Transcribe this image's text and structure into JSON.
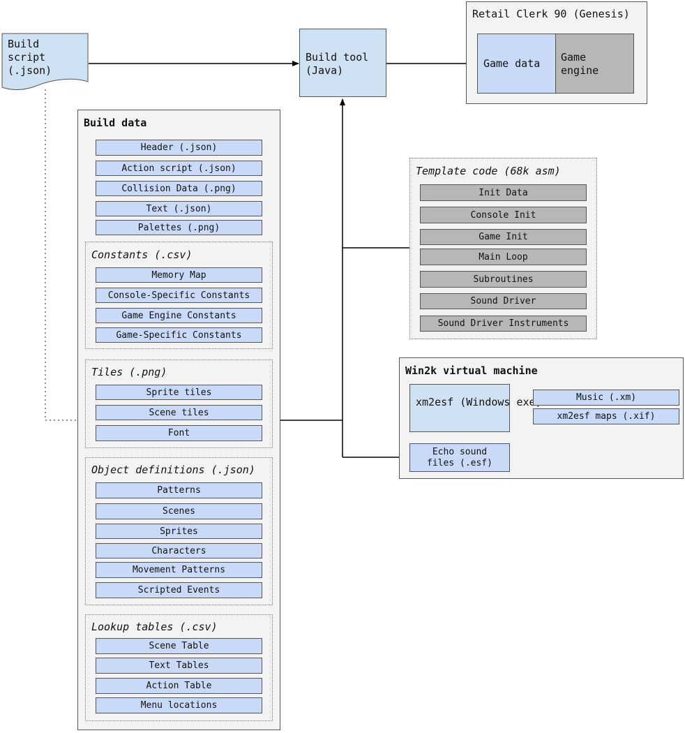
{
  "build_script": {
    "label": "Build\nscript\n(.json)"
  },
  "build_tool": {
    "label": "Build tool\n(Java)"
  },
  "retail": {
    "title": "Retail Clerk 90 (Genesis)",
    "game_data": "Game data",
    "game_engine": "Game\nengine"
  },
  "build_data": {
    "title": "Build data",
    "top_items": [
      "Header (.json)",
      "Action script (.json)",
      "Collision Data (.png)",
      "Text (.json)",
      "Palettes (.png)"
    ],
    "constants": {
      "title": "Constants (.csv)",
      "items": [
        "Memory Map",
        "Console-Specific Constants",
        "Game Engine Constants",
        "Game-Specific Constants"
      ]
    },
    "tiles": {
      "title": "Tiles (.png)",
      "items": [
        "Sprite tiles",
        "Scene tiles",
        "Font"
      ]
    },
    "objects": {
      "title": "Object definitions (.json)",
      "items": [
        "Patterns",
        "Scenes",
        "Sprites",
        "Characters",
        "Movement Patterns",
        "Scripted Events"
      ]
    },
    "lookup": {
      "title": "Lookup tables (.csv)",
      "items": [
        "Scene Table",
        "Text Tables",
        "Action Table",
        "Menu locations"
      ]
    }
  },
  "template": {
    "title": "Template code (68k asm)",
    "items": [
      "Init Data",
      "Console Init",
      "Game Init",
      "Main Loop",
      "Subroutines",
      "Sound Driver",
      "Sound Driver Instruments"
    ]
  },
  "vm": {
    "title": "Win2k virtual machine",
    "xm2esf": "xm2esf\n(Windows exe)",
    "music": "Music (.xm)",
    "maps": "xm2esf maps (.xif)",
    "echo": "Echo sound\nfiles (.esf)"
  }
}
